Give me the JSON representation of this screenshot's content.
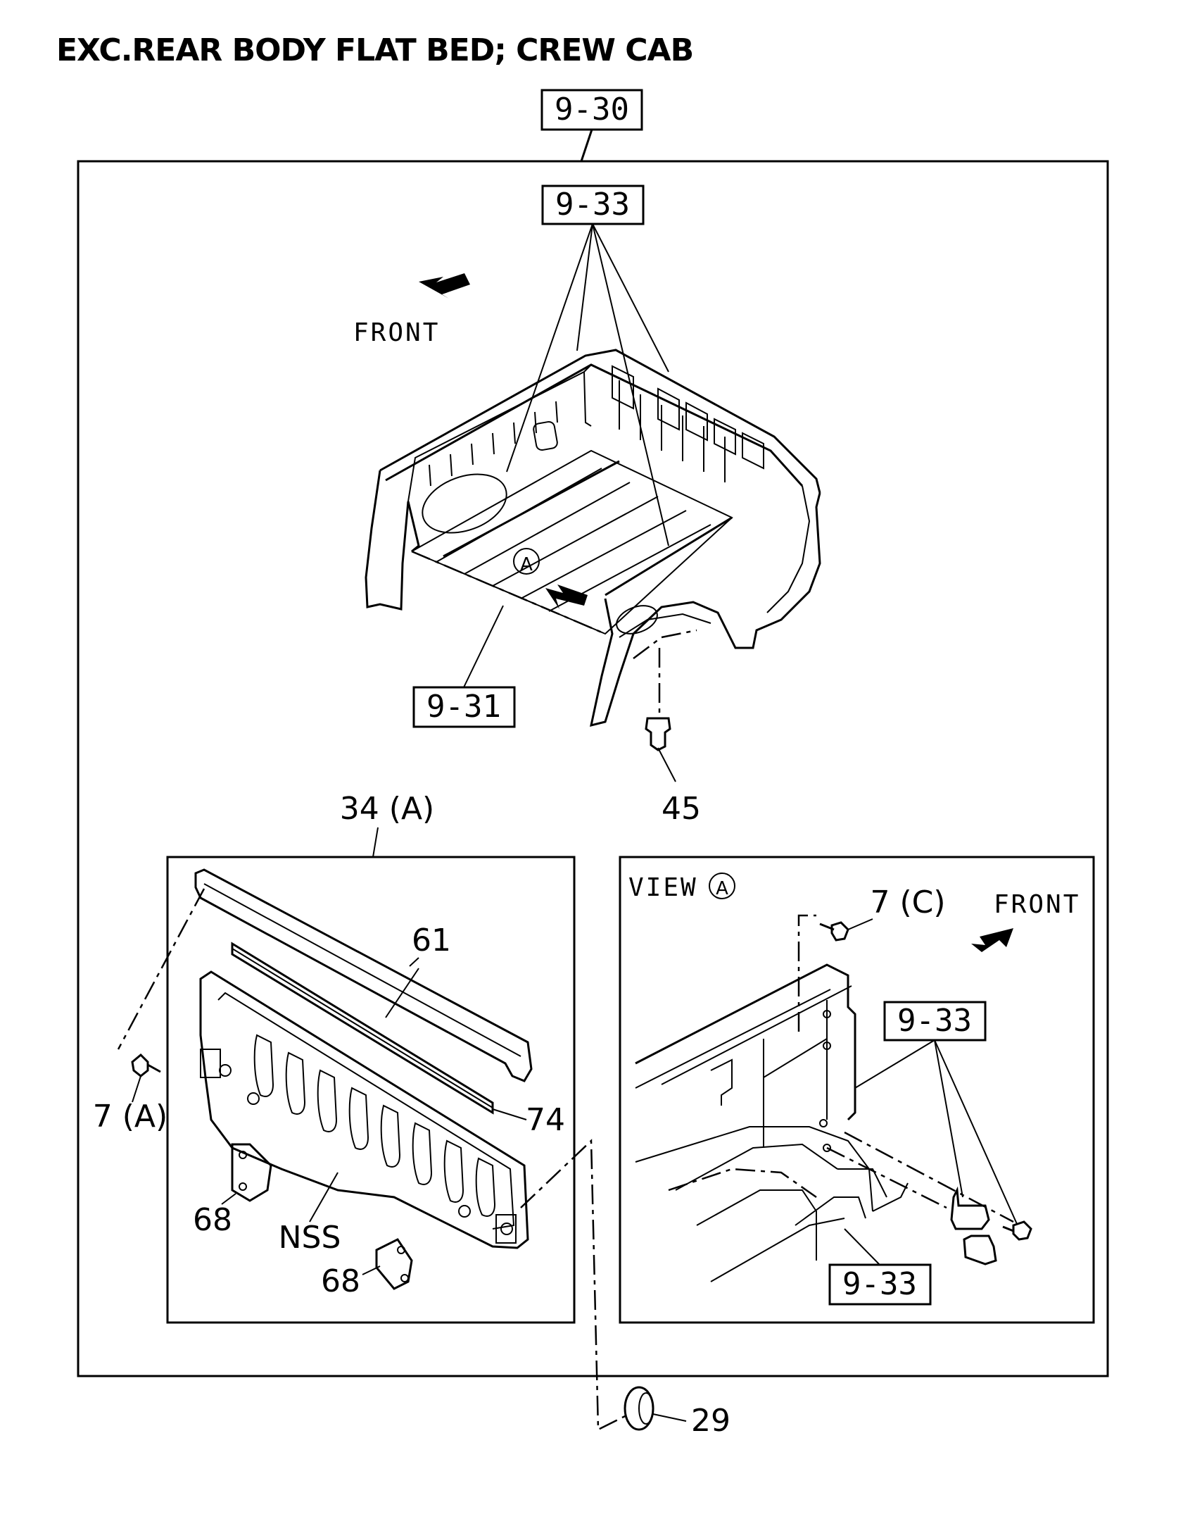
{
  "title": "EXC.REAR BODY FLAT BED; CREW CAB",
  "refs": {
    "top": "9-30",
    "upper_bed": "9-33",
    "bed_floor": "9-31",
    "view_upper": "9-33",
    "view_lower": "9-33"
  },
  "labels": {
    "front_top": "FRONT",
    "front_view": "FRONT",
    "view": "VIEW",
    "view_marker": "A",
    "bed_marker": "A",
    "tailgate_group": "34 (A)",
    "p45": "45",
    "p61": "61",
    "p74": "74",
    "p7a": "7 (A)",
    "p7c": "7 (C)",
    "p68_left": "68",
    "p68_right": "68",
    "nss": "NSS",
    "p29": "29"
  }
}
